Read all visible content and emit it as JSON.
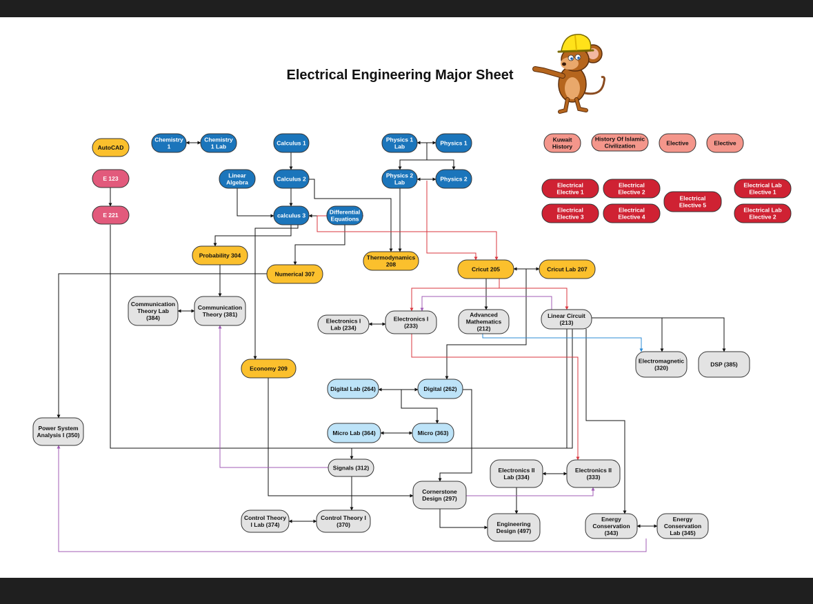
{
  "title": "Electrical Engineering Major Sheet",
  "colors": {
    "blue": "#1b75bb",
    "light_blue": "#bde3f8",
    "yellow": "#fbc02d",
    "pink": "#e25a7c",
    "salmon": "#f4968b",
    "red": "#cf2233",
    "gray": "#e3e3e3",
    "arrow_black": "#111111",
    "arrow_red": "#d9363e",
    "arrow_purple": "#a05bb5",
    "arrow_blue": "#2b8bd6"
  },
  "nodes": [
    {
      "id": "autocad",
      "label": "AutoCAD",
      "color": "yellow"
    },
    {
      "id": "e123",
      "label": "E 123",
      "color": "pink"
    },
    {
      "id": "e221",
      "label": "E 221",
      "color": "pink"
    },
    {
      "id": "chem1",
      "label": "Chemistry\n1",
      "color": "blue"
    },
    {
      "id": "chem1lab",
      "label": "Chemistry\n1 Lab",
      "color": "blue"
    },
    {
      "id": "calc1",
      "label": "Calculus 1",
      "color": "blue"
    },
    {
      "id": "calc2",
      "label": "Calculus 2",
      "color": "blue"
    },
    {
      "id": "linalg",
      "label": "Linear\nAlgebra",
      "color": "blue"
    },
    {
      "id": "calc3",
      "label": "calculus 3",
      "color": "blue"
    },
    {
      "id": "diffeq",
      "label": "Differential\nEquations",
      "color": "blue"
    },
    {
      "id": "phys1lab",
      "label": "Physics 1\nLab",
      "color": "blue"
    },
    {
      "id": "phys1",
      "label": "Physics 1",
      "color": "blue"
    },
    {
      "id": "phys2lab",
      "label": "Physics 2\nLab",
      "color": "blue"
    },
    {
      "id": "phys2",
      "label": "Physics 2",
      "color": "blue"
    },
    {
      "id": "kuwait",
      "label": "Kuwait\nHistory",
      "color": "salmon"
    },
    {
      "id": "islamic",
      "label": "History Of Islamic\nCivilization",
      "color": "salmon"
    },
    {
      "id": "elective1",
      "label": "Elective",
      "color": "salmon"
    },
    {
      "id": "elective2",
      "label": "Elective",
      "color": "salmon"
    },
    {
      "id": "ee1",
      "label": "Electrical\nElective 1",
      "color": "red"
    },
    {
      "id": "ee2",
      "label": "Electrical\nElective 2",
      "color": "red"
    },
    {
      "id": "ee3",
      "label": "Electrical\nElective 3",
      "color": "red"
    },
    {
      "id": "ee4",
      "label": "Electrical\nElective 4",
      "color": "red"
    },
    {
      "id": "ee5",
      "label": "Electrical\nElective 5",
      "color": "red"
    },
    {
      "id": "eel1",
      "label": "Electrical Lab\nElective 1",
      "color": "red"
    },
    {
      "id": "eel2",
      "label": "Electrical Lab\nElective 2",
      "color": "red"
    },
    {
      "id": "prob304",
      "label": "Probability 304",
      "color": "yellow"
    },
    {
      "id": "num307",
      "label": "Numerical 307",
      "color": "yellow"
    },
    {
      "id": "thermo208",
      "label": "Thermodynamics\n208",
      "color": "yellow"
    },
    {
      "id": "cricut205",
      "label": "Cricut 205",
      "color": "yellow"
    },
    {
      "id": "cricutlab207",
      "label": "Cricut  Lab 207",
      "color": "yellow"
    },
    {
      "id": "economy209",
      "label": "Economy 209",
      "color": "yellow"
    },
    {
      "id": "commlab",
      "label": "Communication\nTheory Lab\n(384)",
      "color": "gray"
    },
    {
      "id": "commth",
      "label": "Communication\nTheory (381)",
      "color": "gray"
    },
    {
      "id": "elec1lab",
      "label": "Electronics I\nLab (234)",
      "color": "gray"
    },
    {
      "id": "elec1",
      "label": "Electronics I\n(233)",
      "color": "gray"
    },
    {
      "id": "advmath",
      "label": "Advanced\nMathematics\n(212)",
      "color": "gray"
    },
    {
      "id": "lincirc",
      "label": "Linear Circuit\n(213)",
      "color": "gray"
    },
    {
      "id": "emag",
      "label": "Electromagnetic\n(320)",
      "color": "gray"
    },
    {
      "id": "dsp",
      "label": "DSP (385)",
      "color": "gray"
    },
    {
      "id": "diglab",
      "label": "Digital Lab (264)",
      "color": "light_blue"
    },
    {
      "id": "digital",
      "label": "Digital (262)",
      "color": "light_blue"
    },
    {
      "id": "microlab",
      "label": "Micro Lab (364)",
      "color": "light_blue"
    },
    {
      "id": "micro",
      "label": "Micro (363)",
      "color": "light_blue"
    },
    {
      "id": "psa",
      "label": "Power System\nAnalysis I (350)",
      "color": "gray"
    },
    {
      "id": "signals",
      "label": "Signals (312)",
      "color": "gray"
    },
    {
      "id": "elec2lab",
      "label": "Electronics II\nLab (334)",
      "color": "gray"
    },
    {
      "id": "elec2",
      "label": "Electronics II\n(333)",
      "color": "gray"
    },
    {
      "id": "cornerstone",
      "label": "Cornerstone\nDesign (297)",
      "color": "gray"
    },
    {
      "id": "ctlab",
      "label": "Control Theory\nI Lab (374)",
      "color": "gray"
    },
    {
      "id": "ct",
      "label": "Control Theory I\n(370)",
      "color": "gray"
    },
    {
      "id": "engdesign",
      "label": "Engineering\nDesign (497)",
      "color": "gray"
    },
    {
      "id": "energy",
      "label": "Energy\nConservation\n(343)",
      "color": "gray"
    },
    {
      "id": "energylab",
      "label": "Energy\nConservation\nLab (345)",
      "color": "gray"
    }
  ]
}
